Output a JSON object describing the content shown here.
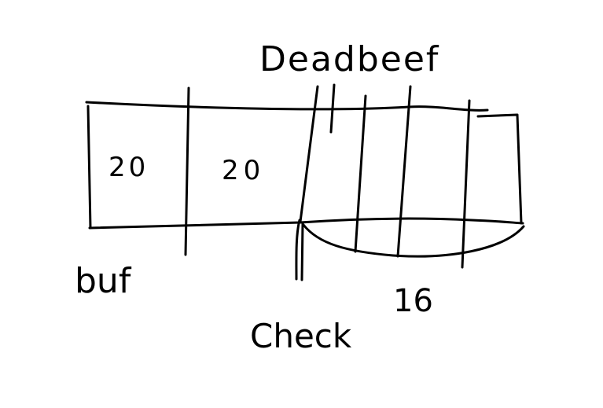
{
  "diagram": {
    "labels": {
      "top_value": "Deadbeef",
      "cell_1": "20",
      "cell_2": "20",
      "left_label": "buf",
      "brace_label": "16",
      "bottom_label": "Check"
    },
    "colors": {
      "ink": "#000000",
      "background": "#ffffff"
    }
  }
}
